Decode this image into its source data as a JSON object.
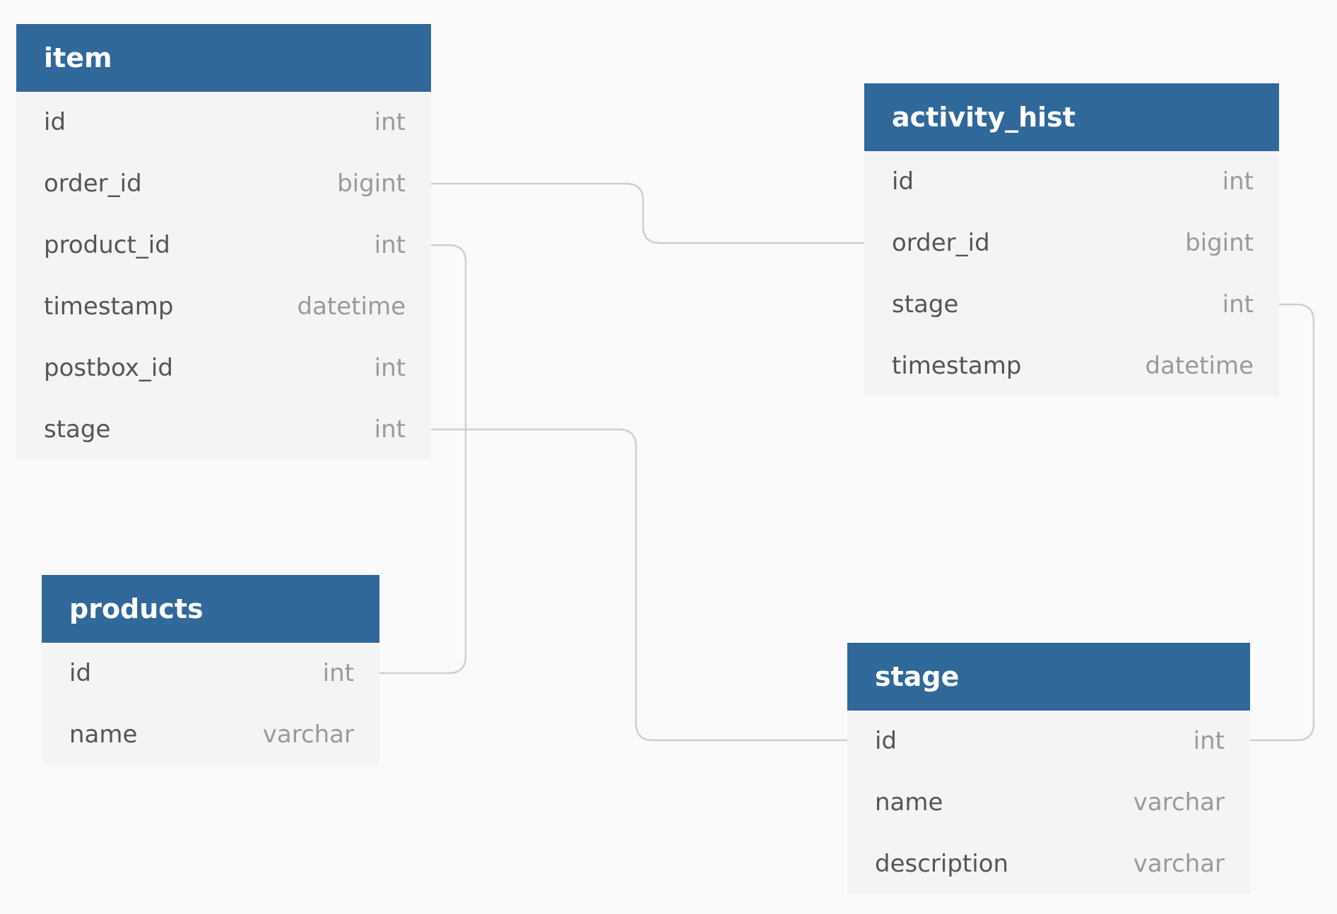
{
  "theme": {
    "header_color": "#31689a",
    "body_color": "#f4f4f4",
    "background": "#fafafa",
    "connector_color": "#cfcfcf"
  },
  "tables": {
    "item": {
      "name": "item",
      "columns": [
        {
          "name": "id",
          "type": "int"
        },
        {
          "name": "order_id",
          "type": "bigint"
        },
        {
          "name": "product_id",
          "type": "int"
        },
        {
          "name": "timestamp",
          "type": "datetime"
        },
        {
          "name": "postbox_id",
          "type": "int"
        },
        {
          "name": "stage",
          "type": "int"
        }
      ]
    },
    "activity_hist": {
      "name": "activity_hist",
      "columns": [
        {
          "name": "id",
          "type": "int"
        },
        {
          "name": "order_id",
          "type": "bigint"
        },
        {
          "name": "stage",
          "type": "int"
        },
        {
          "name": "timestamp",
          "type": "datetime"
        }
      ]
    },
    "products": {
      "name": "products",
      "columns": [
        {
          "name": "id",
          "type": "int"
        },
        {
          "name": "name",
          "type": "varchar"
        }
      ]
    },
    "stage": {
      "name": "stage",
      "columns": [
        {
          "name": "id",
          "type": "int"
        },
        {
          "name": "name",
          "type": "varchar"
        },
        {
          "name": "description",
          "type": "varchar"
        }
      ]
    }
  },
  "relationships": [
    {
      "from": "item.order_id",
      "to": "activity_hist.order_id"
    },
    {
      "from": "item.product_id",
      "to": "products.id"
    },
    {
      "from": "item.stage",
      "to": "stage.id"
    },
    {
      "from": "activity_hist.stage",
      "to": "stage.id"
    }
  ]
}
